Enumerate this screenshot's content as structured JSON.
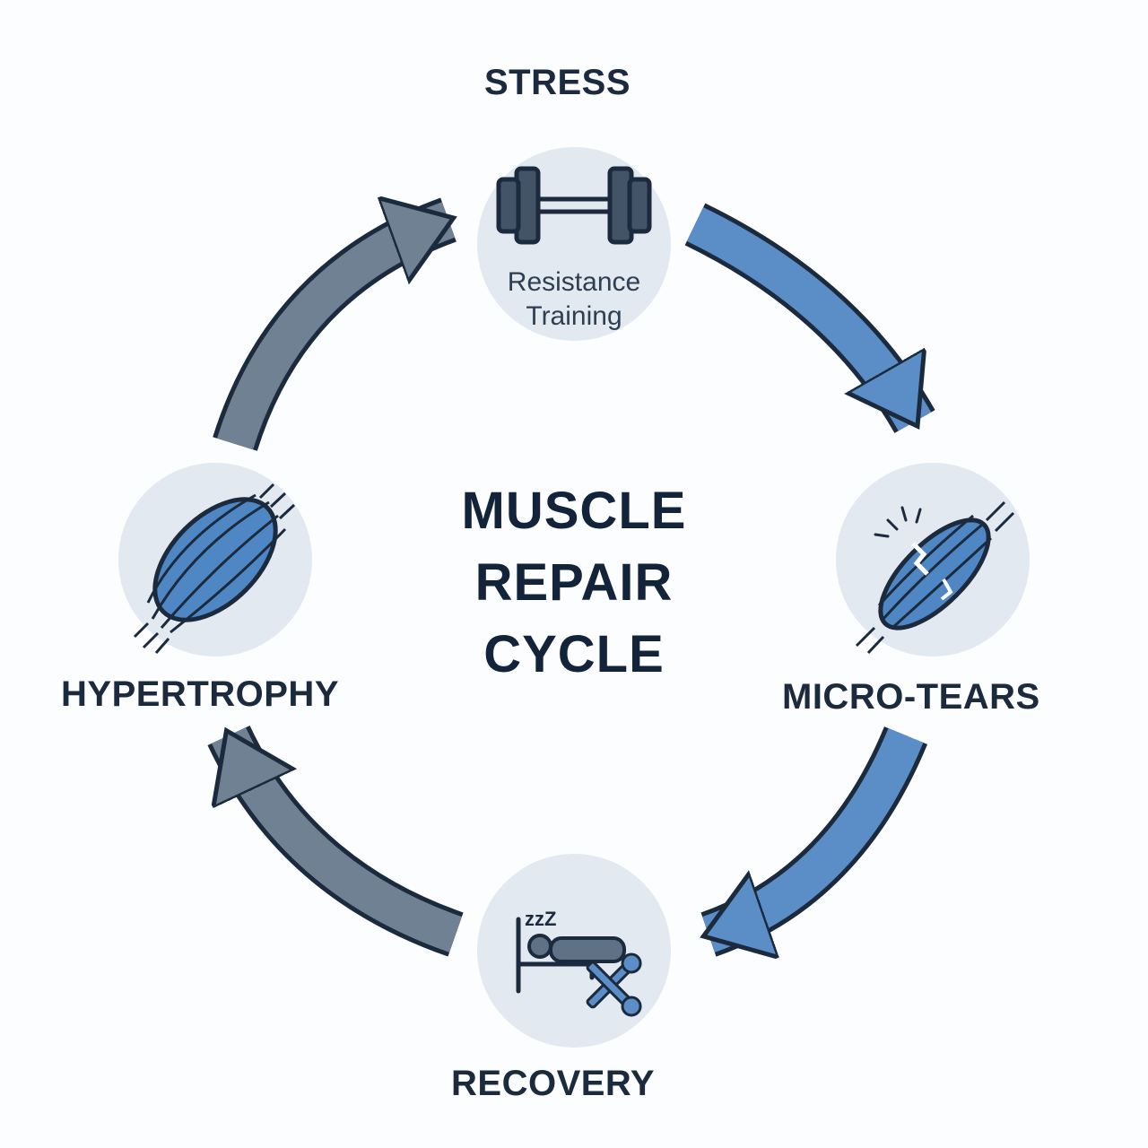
{
  "title": {
    "line1": "MUSCLE",
    "line2": "REPAIR",
    "line3": "CYCLE"
  },
  "stages": {
    "stress": {
      "title": "STRESS",
      "subtitle_line1": "Resistance",
      "subtitle_line2": "Training",
      "icon": "dumbbell-icon"
    },
    "micro_tears": {
      "title": "MICRO-TEARS",
      "icon": "torn-muscle-icon"
    },
    "recovery": {
      "title": "RECOVERY",
      "icon": "sleep-repair-icon",
      "sleep_glyph": "zzZ"
    },
    "hypertrophy": {
      "title": "HYPERTROPHY",
      "icon": "muscle-fiber-icon"
    }
  },
  "colors": {
    "blue_arrow": "#5b8ec6",
    "slate_arrow": "#6f8193",
    "outline": "#1b2a3d",
    "circle_fill": "#e3e9f0",
    "muscle_fill": "#4f86c4"
  }
}
